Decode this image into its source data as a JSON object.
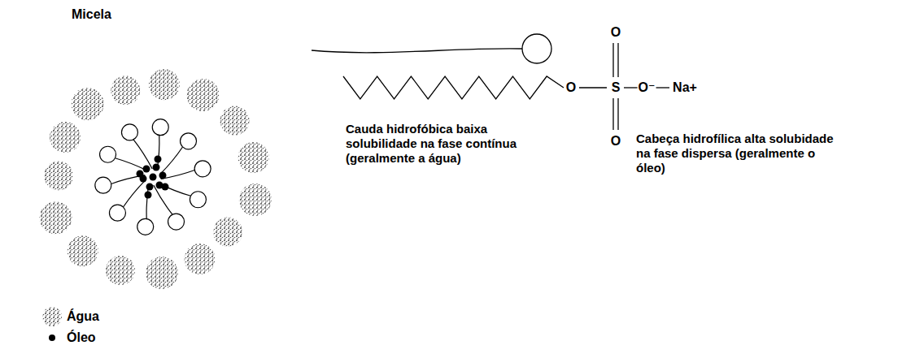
{
  "diagram": {
    "title": "Micela",
    "labels": [
      "O",
      "O",
      "S",
      "O⁻",
      "Na+",
      "O",
      "Cauda hidrofóbica baixa solubilidade na fase contínua (geralmente a água)",
      "Cabeça hidrofílica alta solubidade na fase dispersa (geralmente o óleo)"
    ],
    "legend": [
      {
        "text": "Água"
      },
      {
        "text": "Óleo"
      }
    ]
  }
}
